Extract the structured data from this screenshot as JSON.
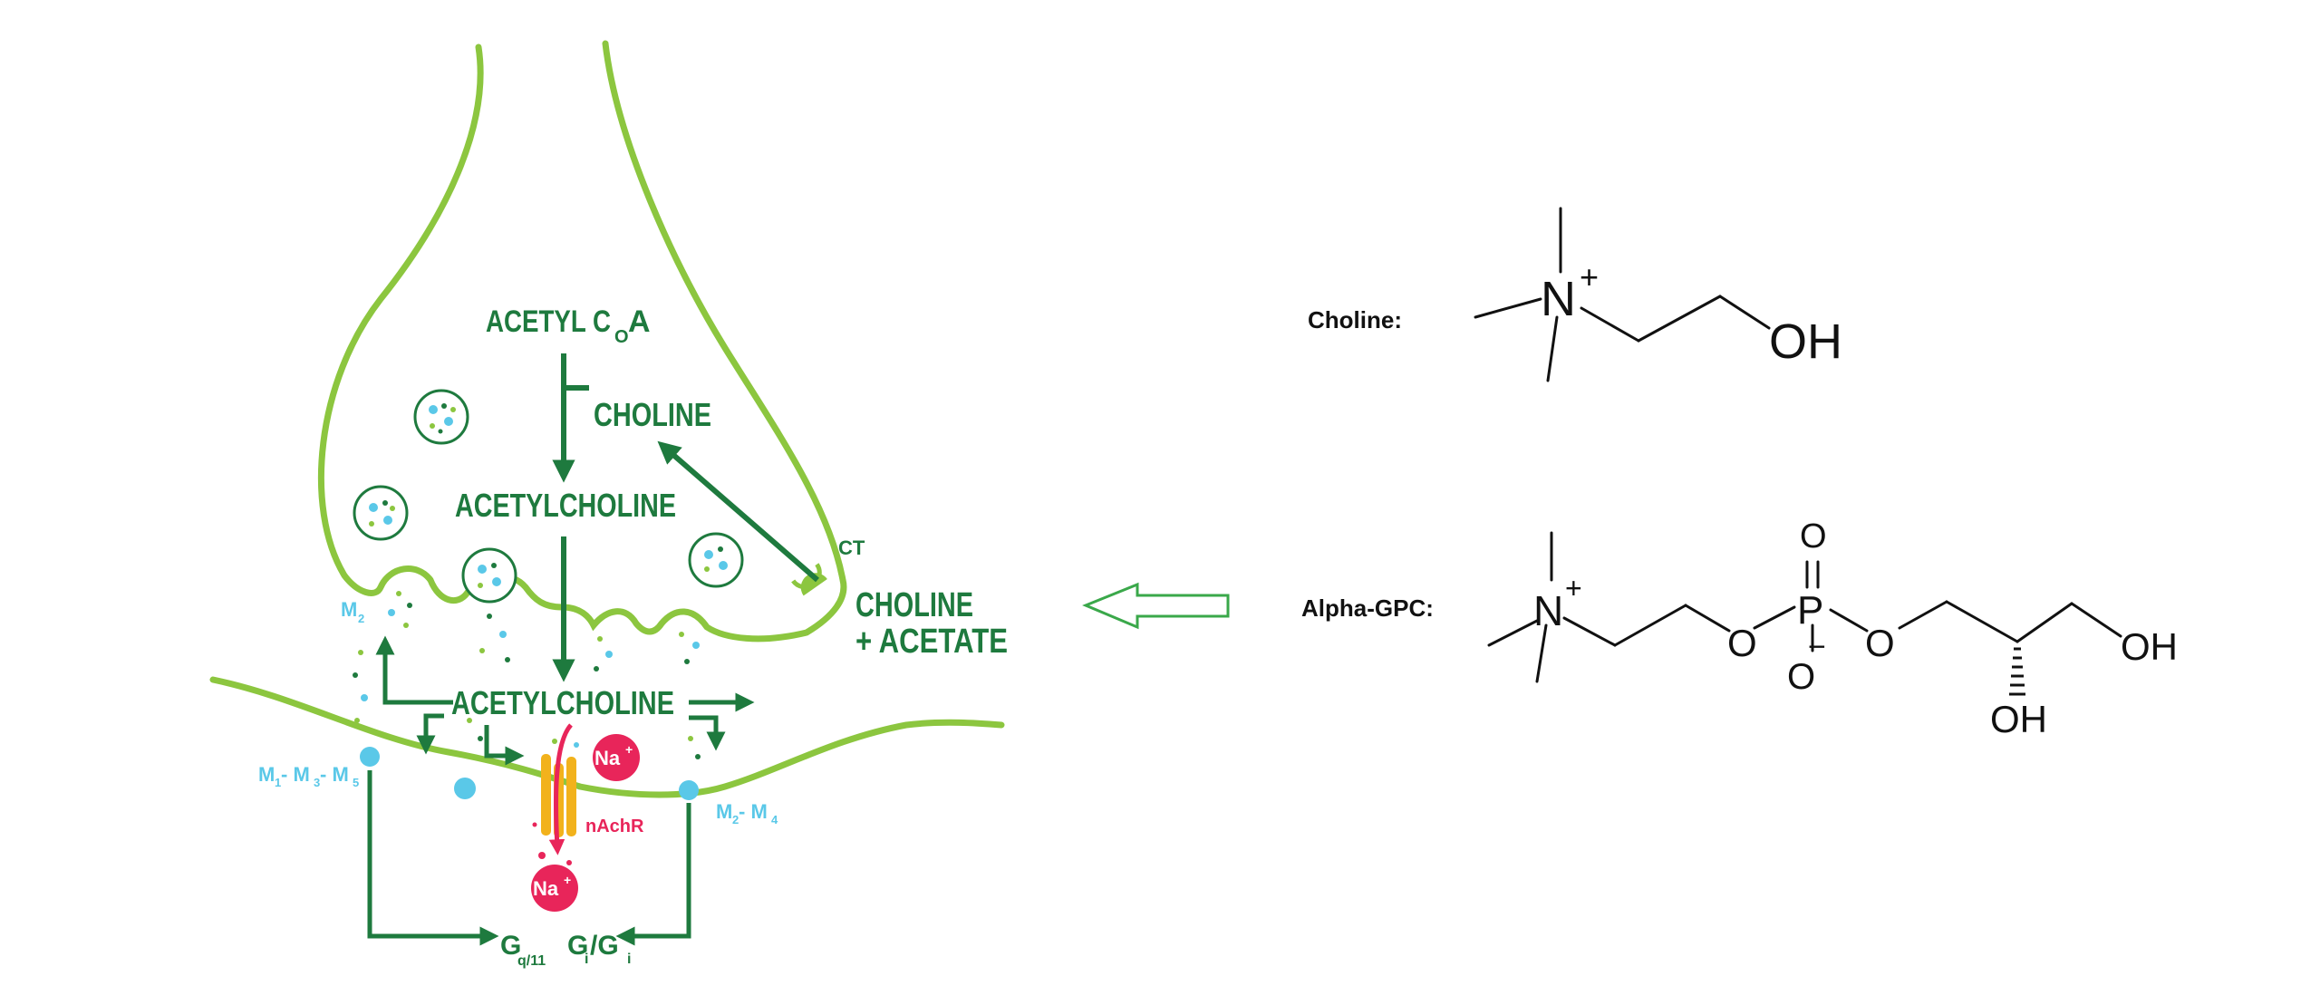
{
  "synapse": {
    "acetyl_coa": "ACETYL C",
    "acetyl_coa_sub": "O",
    "acetyl_coa_tail": "A",
    "choline": "CHOLINE",
    "acetylcholine_top": "ACETYLCHOLINE",
    "acetylcholine_cleft": "ACETYLCHOLINE",
    "ct": "CT",
    "choline_acetate_1": "CHOLINE",
    "choline_acetate_2": "+ ACETATE",
    "m2": "M",
    "m2_sub": "2",
    "m135": {
      "m1": "M",
      "s1": "1",
      "d1": " - M",
      "s3": "3",
      "d2": " - M",
      "s5": "5"
    },
    "m24": {
      "m2": "M",
      "s2": "2",
      "d": " - M",
      "s4": "4"
    },
    "na_top": "Na",
    "na_top_sup": "+",
    "na_bottom": "Na",
    "na_bottom_sup": "+",
    "nachr": "nAchR",
    "gq11": "G",
    "gq11_sub": "q/11",
    "gigi": {
      "g1": "G",
      "s1": "i",
      "slash": "/G",
      "s2": "i"
    }
  },
  "molecules": {
    "choline_label": "Choline:",
    "alpha_gpc_label": "Alpha-GPC:",
    "atoms": {
      "n": "N",
      "plus": "+",
      "oh": "OH",
      "o": "O",
      "p": "P",
      "minus": "−"
    }
  },
  "colors": {
    "membrane": "#8cc63f",
    "dark_green": "#1e7a3e",
    "cyan": "#5ac8e8",
    "red": "#e8255a",
    "channel": "#f2b21c",
    "hollow_arrow": "#3aa84a"
  }
}
